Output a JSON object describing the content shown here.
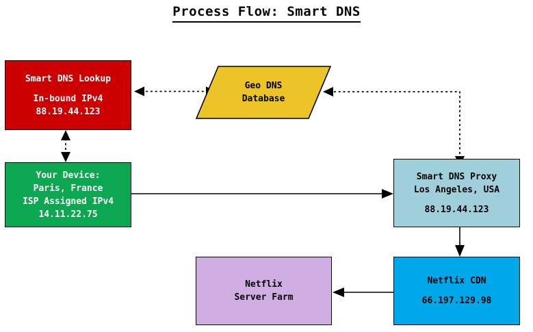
{
  "title": "Process Flow: Smart DNS",
  "colors": {
    "lookup_red": "#cc0000",
    "device_green": "#0ca750",
    "geodns_yellow": "#ecc427",
    "proxy_lightblue": "#9fcfdb",
    "cdn_blue": "#00a8ea",
    "serverfarm_purple": "#d0aee3",
    "stroke": "#000000",
    "page_background": "#ffffff"
  },
  "nodes": {
    "smart_dns_lookup": {
      "shape": "rectangle",
      "lines": [
        "Smart DNS Lookup",
        "",
        "In-bound IPv4",
        "88.19.44.123"
      ]
    },
    "geo_dns_database": {
      "shape": "parallelogram",
      "lines": [
        "Geo DNS",
        "Database"
      ]
    },
    "your_device": {
      "shape": "rectangle",
      "lines": [
        "Your Device:",
        "Paris, France",
        "ISP Assigned IPv4",
        "14.11.22.75"
      ]
    },
    "smart_dns_proxy": {
      "shape": "rectangle",
      "lines": [
        "Smart DNS Proxy",
        "Los Angeles, USA",
        "",
        "88.19.44.123"
      ]
    },
    "netflix_cdn": {
      "shape": "rectangle",
      "lines": [
        "Netflix CDN",
        "",
        "66.197.129.98"
      ]
    },
    "netflix_server_farm": {
      "shape": "rectangle",
      "lines": [
        "Netflix",
        "Server Farm"
      ]
    }
  },
  "edges": [
    {
      "id": "lookup-geodns",
      "from": "smart_dns_lookup",
      "to": "geo_dns_database",
      "style": "dotted",
      "direction": "bidirectional"
    },
    {
      "id": "proxy-geodns",
      "from": "smart_dns_proxy",
      "to": "geo_dns_database",
      "style": "dotted",
      "direction": "forward"
    },
    {
      "id": "device-lookup",
      "from": "your_device",
      "to": "smart_dns_lookup",
      "style": "dotted",
      "direction": "bidirectional"
    },
    {
      "id": "device-proxy",
      "from": "your_device",
      "to": "smart_dns_proxy",
      "style": "solid",
      "direction": "forward"
    },
    {
      "id": "proxy-cdn",
      "from": "smart_dns_proxy",
      "to": "netflix_cdn",
      "style": "solid",
      "direction": "forward"
    },
    {
      "id": "cdn-serverfarm",
      "from": "netflix_cdn",
      "to": "netflix_server_farm",
      "style": "solid",
      "direction": "forward"
    }
  ]
}
